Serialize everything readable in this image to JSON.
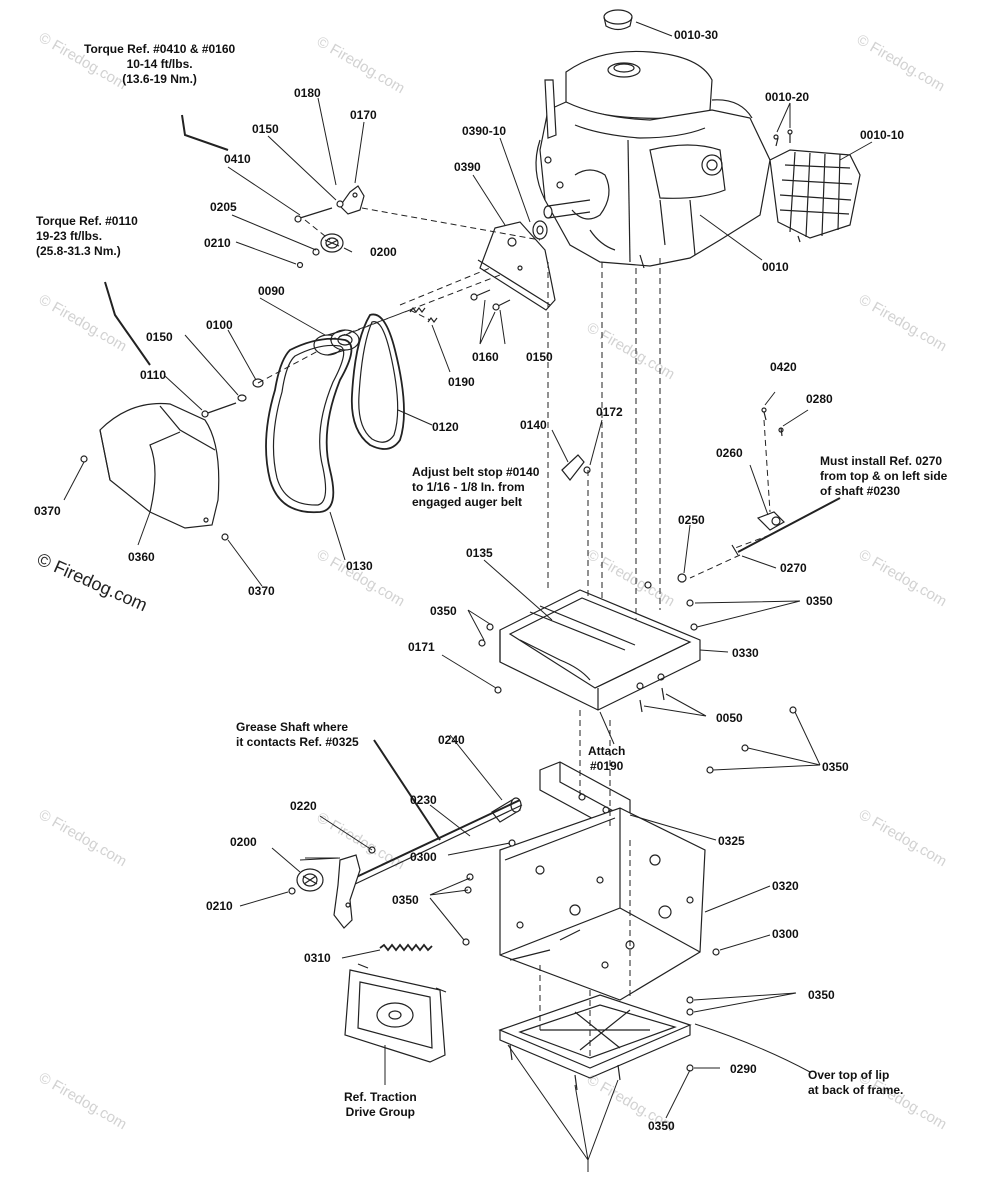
{
  "watermark": "© Firedog.com",
  "copyright": "© Firedog.com",
  "notes": {
    "torque_0410": [
      "Torque Ref. #0410 & #0160",
      "10-14 ft/lbs.",
      "(13.6-19 Nm.)"
    ],
    "torque_0110": [
      "Torque Ref. #0110",
      "19-23 ft/lbs.",
      "(25.8-31.3 Nm.)"
    ],
    "adjust_belt": [
      "Adjust belt stop #0140",
      "to 1/16 - 1/8 In. from",
      "engaged auger belt"
    ],
    "must_install": [
      "Must install Ref. 0270",
      "from top & on left side",
      "of shaft #0230"
    ],
    "grease_shaft": [
      "Grease Shaft where",
      "it contacts Ref. #0325"
    ],
    "attach": [
      "Attach",
      "#0190"
    ],
    "ref_traction": [
      "Ref. Traction",
      "Drive Group"
    ],
    "over_top": [
      "Over top of lip",
      "at back of frame."
    ]
  },
  "callouts": {
    "p0010_30": "0010-30",
    "p0010_20": "0010-20",
    "p0010_10": "0010-10",
    "p0010": "0010",
    "p0390_10": "0390-10",
    "p0390": "0390",
    "p0180": "0180",
    "p0170": "0170",
    "p0150_a": "0150",
    "p0410": "0410",
    "p0205": "0205",
    "p0210_a": "0210",
    "p0200_a": "0200",
    "p0090": "0090",
    "p0150_b": "0150",
    "p0100": "0100",
    "p0110": "0110",
    "p0160": "0160",
    "p0150_c": "0150",
    "p0190": "0190",
    "p0120": "0120",
    "p0370_a": "0370",
    "p0360": "0360",
    "p0370_b": "0370",
    "p0130": "0130",
    "p0420": "0420",
    "p0280": "0280",
    "p0260": "0260",
    "p0140": "0140",
    "p0172": "0172",
    "p0250": "0250",
    "p0270": "0270",
    "p0135": "0135",
    "p0350_a": "0350",
    "p0350_b": "0350",
    "p0330": "0330",
    "p0171": "0171",
    "p0050": "0050",
    "p0350_c": "0350",
    "p0240": "0240",
    "p0230": "0230",
    "p0220": "0220",
    "p0200_b": "0200",
    "p0210_b": "0210",
    "p0300_a": "0300",
    "p0350_d": "0350",
    "p0325": "0325",
    "p0320": "0320",
    "p0300_b": "0300",
    "p0310": "0310",
    "p0350_e": "0350",
    "p0290": "0290",
    "p0350_f": "0350"
  }
}
